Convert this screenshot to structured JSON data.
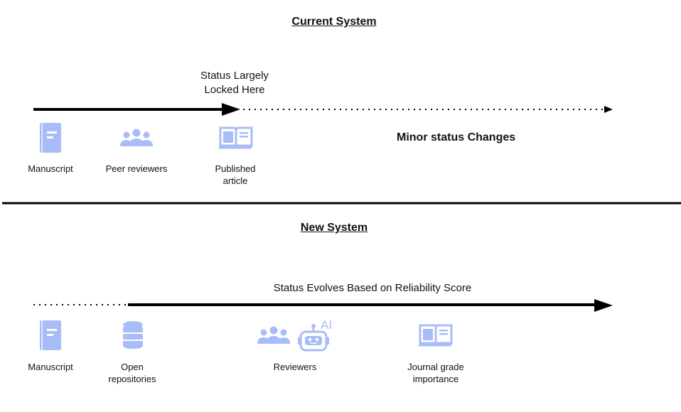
{
  "current": {
    "title": "Current System",
    "locked_note_line1": "Status Largely",
    "locked_note_line2": "Locked Here",
    "minor_note": "Minor status Changes",
    "steps": [
      {
        "label": "Manuscript",
        "icon": "manuscript-icon"
      },
      {
        "label": "Peer reviewers",
        "icon": "people-icon"
      },
      {
        "label_line1": "Published",
        "label_line2": "article",
        "icon": "book-icon"
      }
    ]
  },
  "new": {
    "title": "New System",
    "evolve_note": "Status Evolves Based on Reliability Score",
    "steps": [
      {
        "label": "Manuscript",
        "icon": "manuscript-icon"
      },
      {
        "label_line1": "Open",
        "label_line2": "repositories",
        "icon": "database-icon"
      },
      {
        "label": "Reviewers",
        "icon": "people-icon",
        "icon2": "ai-robot-icon",
        "badge": "AI"
      },
      {
        "label_line1": "Journal grade",
        "label_line2": "importance",
        "icon": "book-icon"
      }
    ]
  },
  "colors": {
    "icon": "#a8bdf7",
    "line": "#000000"
  }
}
